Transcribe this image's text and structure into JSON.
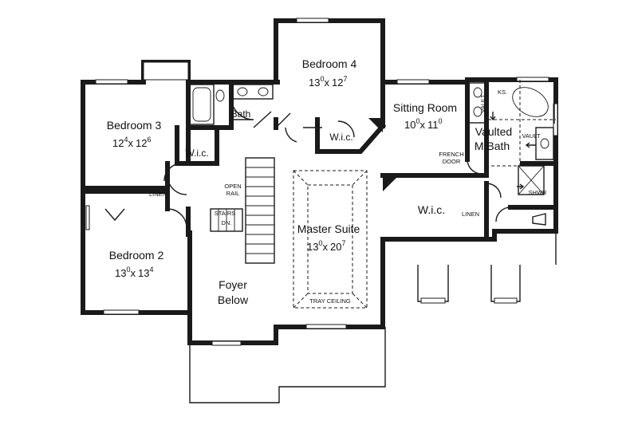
{
  "rooms": {
    "bedroom4": {
      "name": "Bedroom 4",
      "w": "13",
      "ws": "0",
      "h": "12",
      "hs": "7"
    },
    "bedroom3": {
      "name": "Bedroom 3",
      "w": "12",
      "ws": "4",
      "h": "12",
      "hs": "6"
    },
    "bedroom2": {
      "name": "Bedroom 2",
      "w": "13",
      "ws": "0",
      "h": "13",
      "hs": "4"
    },
    "sitting": {
      "name": "Sitting Room",
      "w": "10",
      "ws": "0",
      "h": "11",
      "hs": "0"
    },
    "master": {
      "name": "Master Suite",
      "w": "13",
      "ws": "0",
      "h": "20",
      "hs": "7"
    },
    "mbath": {
      "line1": "Vaulted",
      "line2": "M.Bath"
    },
    "foyer": {
      "line1": "Foyer",
      "line2": "Below"
    }
  },
  "labels": {
    "bath": "Bath",
    "wic": "W.i.c.",
    "linen": "LINEN",
    "open_rail_1": "OPEN",
    "open_rail_2": "RAIL",
    "stairs": "STAIRS",
    "dn": "DN.",
    "french_1": "FRENCH",
    "french_2": "DOOR",
    "vault": "VAULT",
    "ks": "KS.",
    "shwr": "SHWR",
    "tray": "TRAY CEILING",
    "times": "x"
  },
  "colors": {
    "line": "#1a1a1a",
    "background": "#ffffff"
  }
}
